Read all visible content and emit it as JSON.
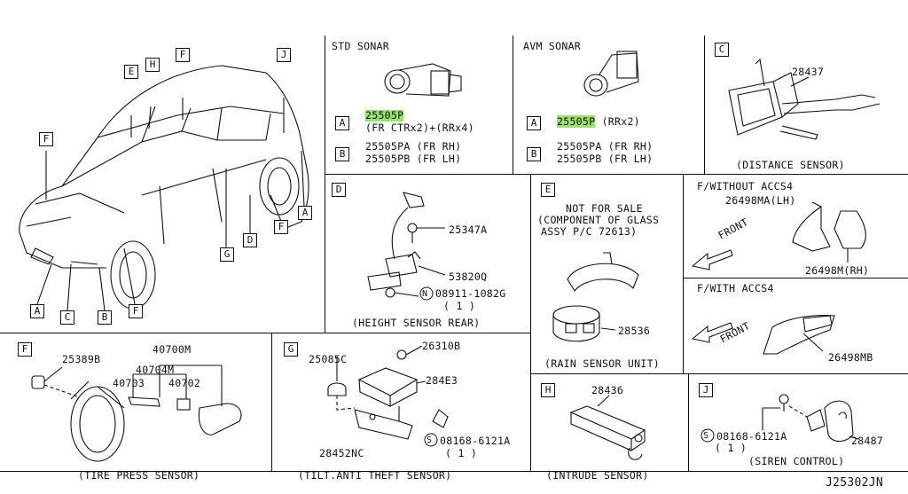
{
  "overview": {
    "callouts": {
      "E": "E",
      "H": "H",
      "F_top": "F",
      "J": "J",
      "F_left": "F",
      "F_rear": "F",
      "D": "D",
      "G": "G",
      "A_right": "A",
      "A_bottom": "A",
      "C": "C",
      "B": "B",
      "F_bottom": "F"
    }
  },
  "std_sonar": {
    "title": "STD SONAR",
    "rows": [
      {
        "key": "A",
        "lines": [
          "25505P",
          "(FR CTRx2)+(RRx4)"
        ]
      },
      {
        "key": "B",
        "lines": [
          "25505PA (FR RH)",
          "25505PB (FR LH)"
        ]
      }
    ]
  },
  "avm_sonar": {
    "title": "AVM SONAR",
    "rows": [
      {
        "key": "A",
        "part": "25505P",
        "suffix": " (RRx2)"
      },
      {
        "key": "B",
        "lines": [
          "25505PA (FR RH)",
          "25505PB (FR LH)"
        ]
      }
    ]
  },
  "distance_sensor": {
    "key": "C",
    "part": "28437",
    "caption": "(DISTANCE SENSOR)"
  },
  "height_sensor": {
    "key": "D",
    "parts": [
      "25347A",
      "53820Q",
      "08911-1082G",
      "( 1 )"
    ],
    "bolt_symbol": "N",
    "caption": "(HEIGHT SENSOR REAR)"
  },
  "rain_sensor": {
    "key": "E",
    "note": [
      "NOT FOR SALE",
      "(COMPONENT OF GLASS",
      "ASSY P/C 72613)"
    ],
    "part": "28536",
    "caption": "(RAIN SENSOR UNIT)"
  },
  "mirror": {
    "without_title": "F/WITHOUT ACCS4",
    "with_title": "F/WITH ACCS4",
    "parts_without": [
      "26498MA(LH)",
      "26498M(RH)"
    ],
    "part_with": "26498MB",
    "front_label": "FRONT"
  },
  "tire_press": {
    "key": "F",
    "parts": [
      "25389B",
      "40700M",
      "40704M",
      "40703",
      "40702"
    ],
    "caption": "(TIRE PRESS SENSOR)"
  },
  "tilt_sensor": {
    "key": "G",
    "parts": [
      "25085C",
      "26310B",
      "284E3",
      "28452NC",
      "08168-6121A",
      "( 1 )"
    ],
    "bolt_symbol": "S",
    "caption": "(TILT.ANTI THEFT SENSOR)"
  },
  "intrude": {
    "key": "H",
    "part": "28436",
    "caption": "(INTRUDE SENSOR)"
  },
  "siren": {
    "key": "J",
    "parts": [
      "08168-6121A",
      "( 1 )",
      "28487"
    ],
    "bolt_symbol": "S",
    "caption": "(SIREN CONTROL)"
  },
  "footer": {
    "code": "J25302JN"
  },
  "colors": {
    "highlight": "#9be36b",
    "line": "#111111"
  }
}
